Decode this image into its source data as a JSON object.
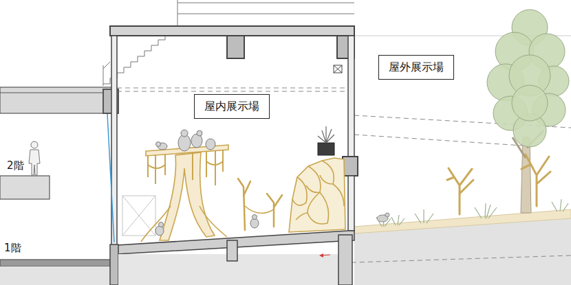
{
  "diagram": {
    "nodes": [
      {
        "text": [
          "屋外展示場"
        ]
      },
      {
        "text": [
          "屋内展示場"
        ]
      }
    ],
    "labels": [
      "2階",
      "1階"
    ]
  }
}
